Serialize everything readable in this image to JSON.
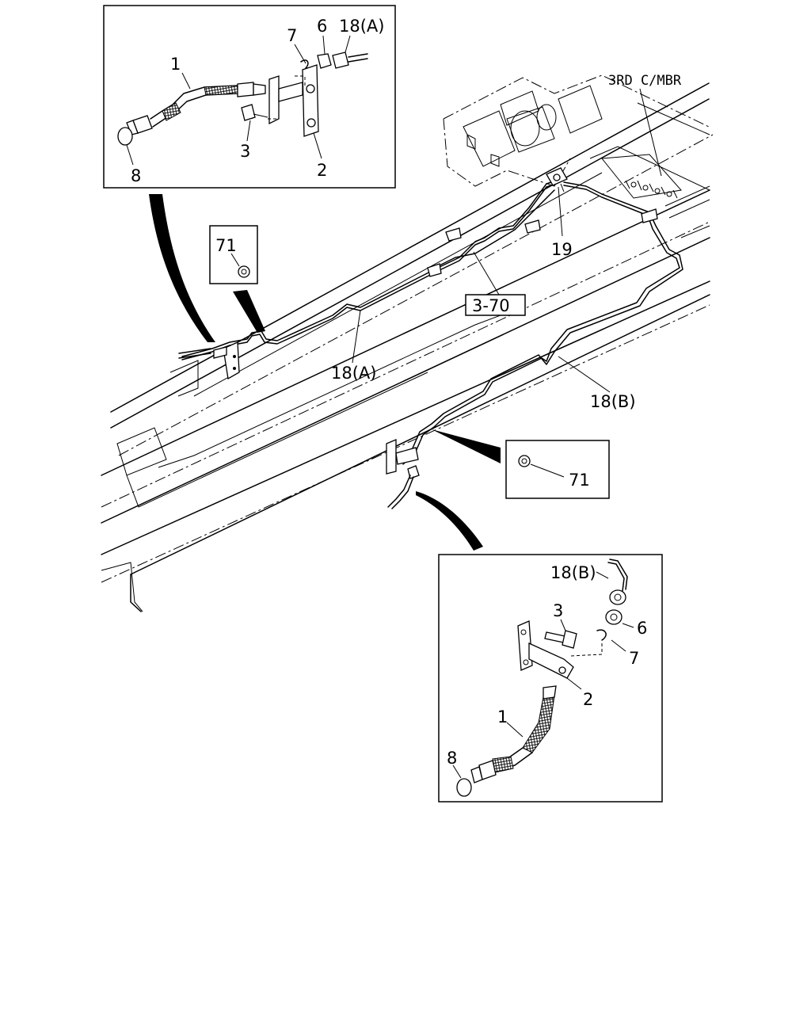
{
  "diagram": {
    "callouts": {
      "top_inset": {
        "hose": "1",
        "bracket": "2",
        "bolt": "3",
        "nut": "6",
        "clip": "7",
        "seal": "8",
        "pipe": "18(A)"
      },
      "bottom_inset": {
        "pipe": "18(B)",
        "bolt": "3",
        "nut": "6",
        "clip": "7",
        "bracket": "2",
        "hose": "1",
        "seal": "8"
      },
      "small_box_left": "71",
      "small_box_right": "71",
      "main": {
        "crossmember": "3RD C/MBR",
        "junction": "19",
        "ref_box": "3-70",
        "pipe_a": "18(A)",
        "pipe_b": "18(B)"
      }
    }
  }
}
